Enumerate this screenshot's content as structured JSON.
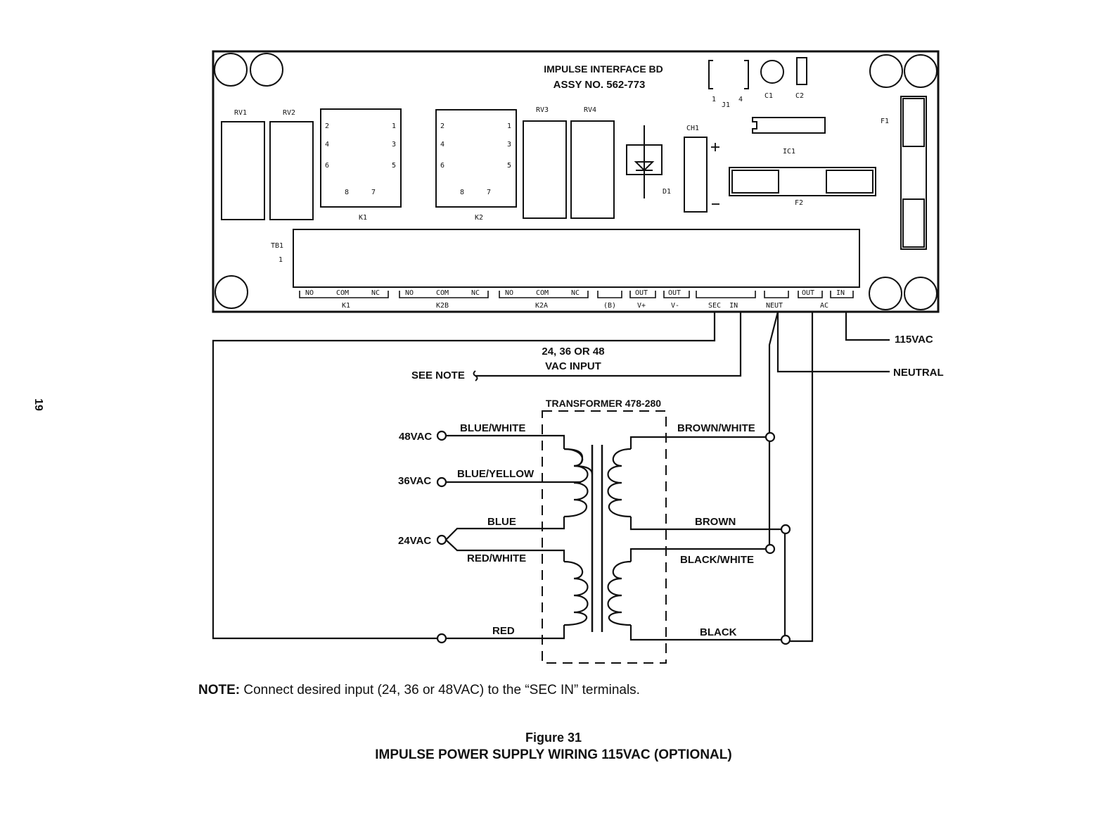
{
  "page_number": "19",
  "board": {
    "title": "IMPULSE INTERFACE BD",
    "assy": "ASSY NO. 562-773",
    "components": {
      "rv1": "RV1",
      "rv2": "RV2",
      "rv3": "RV3",
      "rv4": "RV4",
      "k1": "K1",
      "k2": "K2",
      "d1": "D1",
      "ch1": "CH1",
      "c1": "C1",
      "c2": "C2",
      "j1": "J1",
      "ic1": "IC1",
      "f1": "F1",
      "f2": "F2",
      "tb1": "TB1",
      "tb1_pin": "1",
      "j1_pin1": "1",
      "j1_pin4": "4"
    },
    "relay_pins": [
      "2",
      "1",
      "4",
      "3",
      "6",
      "5",
      "8",
      "7"
    ],
    "terminals": [
      "NO",
      "COM",
      "NC",
      "NO",
      "COM",
      "NC",
      "NO",
      "COM",
      "NC",
      "",
      "OUT",
      "OUT",
      "",
      "",
      "OUT",
      "IN"
    ],
    "groups": [
      "K1",
      "K2B",
      "K2A",
      "(B)",
      "V+",
      "V-",
      "SEC  IN",
      "NEUT",
      "AC"
    ]
  },
  "wiring": {
    "line_115": "115VAC",
    "neutral": "NEUTRAL",
    "input_label_1": "24, 36 OR 48",
    "input_label_2": "VAC INPUT",
    "see_note": "SEE NOTE"
  },
  "transformer": {
    "title": "TRANSFORMER 478-280",
    "taps": [
      "48VAC",
      "36VAC",
      "24VAC"
    ],
    "secondary_wires": [
      "BLUE/WHITE",
      "BLUE/YELLOW",
      "BLUE",
      "RED/WHITE",
      "RED"
    ],
    "primary_wires": [
      "BROWN/WHITE",
      "BROWN",
      "BLACK/WHITE",
      "BLACK"
    ]
  },
  "note": {
    "label": "NOTE:",
    "text": "Connect desired input (24, 36 or 48VAC) to the “SEC IN” terminals."
  },
  "figure": {
    "number": "Figure 31",
    "title": "IMPULSE POWER SUPPLY WIRING 115VAC (OPTIONAL)"
  }
}
